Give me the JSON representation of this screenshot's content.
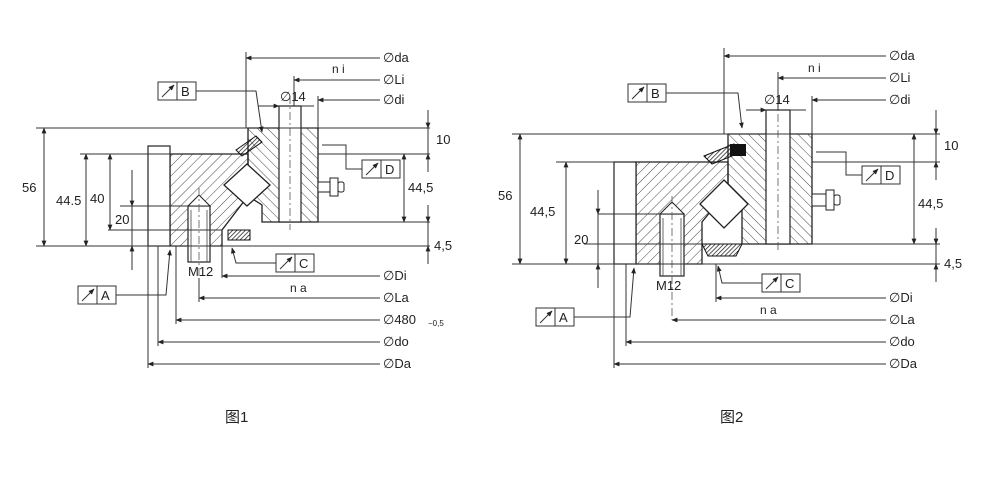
{
  "figures": [
    {
      "caption": "图1",
      "right_labels": [
        "∅da",
        "n i",
        "∅Li",
        "∅di",
        "10",
        "44,5",
        "4,5"
      ],
      "bottom_labels": [
        "∅Di",
        "n a",
        "∅La",
        "∅480",
        "∅do",
        "∅Da"
      ],
      "tolerance": "−0,5",
      "left_dims": [
        "56",
        "44.5",
        "40",
        "20"
      ],
      "hole": "∅14",
      "thread": "M12",
      "datums": [
        "B",
        "D",
        "C",
        "A"
      ]
    },
    {
      "caption": "图2",
      "right_labels": [
        "∅da",
        "n i",
        "∅Li",
        "∅di",
        "10",
        "44,5",
        "4,5"
      ],
      "bottom_labels": [
        "∅Di",
        "n a",
        "∅La",
        "∅do",
        "∅Da"
      ],
      "left_dims": [
        "56",
        "44,5",
        "20"
      ],
      "hole": "∅14",
      "thread": "M12",
      "datums": [
        "B",
        "D",
        "C",
        "A"
      ]
    }
  ]
}
